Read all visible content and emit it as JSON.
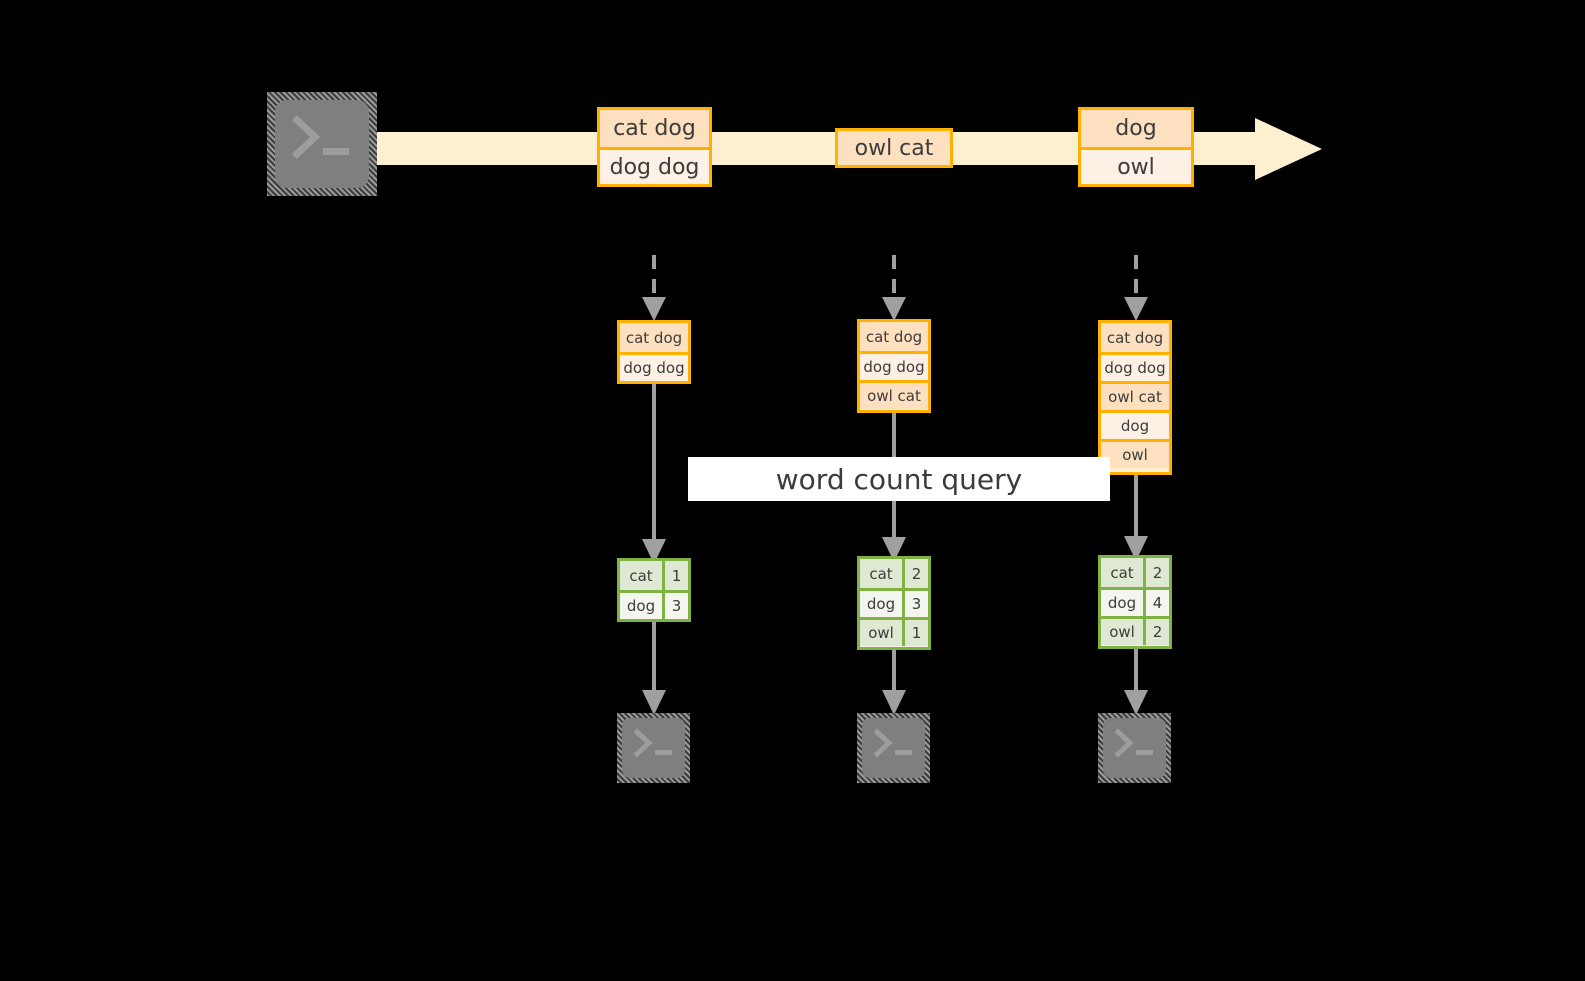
{
  "diagram": {
    "title_label": "word count query",
    "colors": {
      "background": "#000000",
      "stream_fill": "#fdf0d0",
      "orange_border": "#ffb000",
      "orange_cell_dark": "#fde0c0",
      "orange_cell_light": "#fdf0e4",
      "green_border": "#7fb242",
      "green_cell_dark": "#dfe8d3",
      "green_cell_light": "#f3f6ef",
      "terminal_fill": "#7f7f7f",
      "terminal_hatch": "#9a9a9a",
      "arrow_gray": "#a0a0a0",
      "text": "#3c3c3c",
      "label_band": "#ffffff"
    },
    "source_terminal": {
      "icon": "terminal-prompt-icon"
    },
    "stream_events": [
      {
        "rows": [
          {
            "text": "cat dog",
            "shade": "dark"
          },
          {
            "text": "dog dog",
            "shade": "light"
          }
        ]
      },
      {
        "rows": [
          {
            "text": "owl cat",
            "shade": "dark"
          }
        ]
      },
      {
        "rows": [
          {
            "text": "dog",
            "shade": "dark"
          },
          {
            "text": "owl",
            "shade": "light"
          }
        ]
      }
    ],
    "snapshots": [
      {
        "input_rows": [
          {
            "text": "cat dog",
            "shade": "dark"
          },
          {
            "text": "dog dog",
            "shade": "light"
          }
        ],
        "result_header": [
          "cat",
          "1"
        ],
        "result_rows": [
          {
            "word": "cat",
            "count": "1",
            "shade": "dark"
          },
          {
            "word": "dog",
            "count": "3",
            "shade": "light"
          }
        ],
        "sink_icon": "terminal-prompt-icon"
      },
      {
        "input_rows": [
          {
            "text": "cat dog",
            "shade": "dark"
          },
          {
            "text": "dog dog",
            "shade": "light"
          },
          {
            "text": "owl cat",
            "shade": "dark"
          }
        ],
        "result_rows": [
          {
            "word": "cat",
            "count": "2",
            "shade": "dark"
          },
          {
            "word": "dog",
            "count": "3",
            "shade": "light"
          },
          {
            "word": "owl",
            "count": "1",
            "shade": "dark"
          }
        ],
        "sink_icon": "terminal-prompt-icon"
      },
      {
        "input_rows": [
          {
            "text": "cat dog",
            "shade": "dark"
          },
          {
            "text": "dog dog",
            "shade": "light"
          },
          {
            "text": "owl cat",
            "shade": "dark"
          },
          {
            "text": "dog",
            "shade": "light"
          },
          {
            "text": "owl",
            "shade": "dark"
          }
        ],
        "result_rows": [
          {
            "word": "cat",
            "count": "2",
            "shade": "dark"
          },
          {
            "word": "dog",
            "count": "4",
            "shade": "light"
          },
          {
            "word": "owl",
            "count": "2",
            "shade": "dark"
          }
        ],
        "sink_icon": "terminal-prompt-icon"
      }
    ]
  }
}
